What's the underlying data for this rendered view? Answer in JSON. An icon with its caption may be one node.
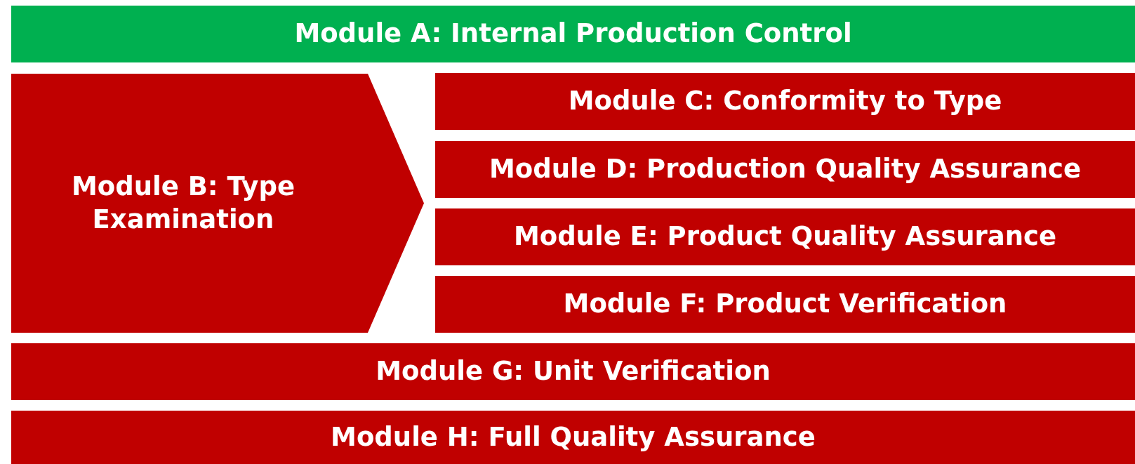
{
  "diagram": {
    "nodes": [
      {
        "text": [
          "Module A: Internal Production Control"
        ]
      },
      {
        "text": [
          "Module B: Type Examination"
        ]
      },
      {
        "text": [
          "Module C: Conformity to Type"
        ]
      },
      {
        "text": [
          "Module D: Production Quality Assurance"
        ]
      },
      {
        "text": [
          "Module E: Product Quality Assurance"
        ]
      },
      {
        "text": [
          "Module F: Product Verification"
        ]
      },
      {
        "text": [
          "Module G: Unit Verification"
        ]
      },
      {
        "text": [
          "Module H: Full Quality Assurance"
        ]
      }
    ]
  }
}
